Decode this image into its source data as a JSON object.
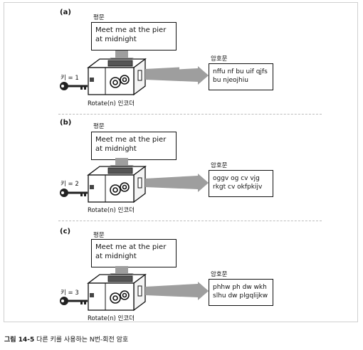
{
  "plaintext_label": "평문",
  "ciphertext_label": "암호문",
  "encoder_label": "Rotate(n) 인코더",
  "panels": [
    {
      "tag": "(a)",
      "key_label": "키 = 1",
      "plaintext_lines": [
        "Meet me at the pier",
        "at midnight"
      ],
      "ciphertext_lines": [
        "nffu nf bu uif qjfs",
        "bu njeojhiu"
      ]
    },
    {
      "tag": "(b)",
      "key_label": "키 = 2",
      "plaintext_lines": [
        "Meet me at the pier",
        "at midnight"
      ],
      "ciphertext_lines": [
        "oggv og cv vjg",
        "rkgt cv okfpkijv"
      ]
    },
    {
      "tag": "(c)",
      "key_label": "키 = 3",
      "plaintext_lines": [
        "Meet me at the pier",
        "at midnight"
      ],
      "ciphertext_lines": [
        "phhw ph dw wkh",
        "slhu dw plgqlijkw"
      ]
    }
  ],
  "caption": {
    "number": "그림 14-5",
    "text": "다른 키를 사용하는 N번-회전 암호"
  },
  "icons": [
    "key-icon",
    "gear-icon",
    "arrow-right-icon",
    "arrow-down-icon"
  ]
}
